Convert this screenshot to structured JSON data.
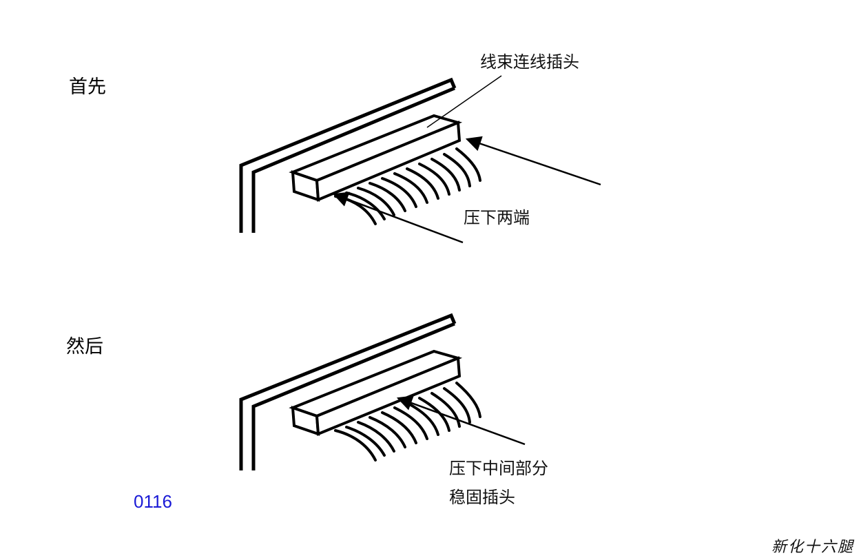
{
  "steps": [
    {
      "label": "首先",
      "callouts": [
        "线束连线插头",
        "压下两端"
      ]
    },
    {
      "label": "然后",
      "callouts": [
        "压下中间部分",
        "稳固插头"
      ]
    }
  ],
  "page_number": "0116",
  "brand": "新化十六腿"
}
